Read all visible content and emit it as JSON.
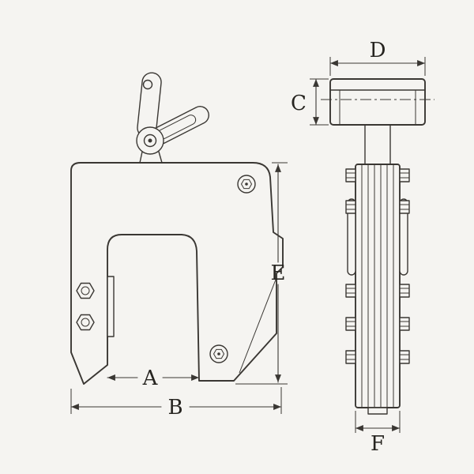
{
  "colors": {
    "background": "#f5f4f1",
    "line": "#3a3733",
    "label": "#262420"
  },
  "drawing": {
    "dimension_labels": {
      "A": "A",
      "B": "B",
      "C": "C",
      "D": "D",
      "E": "E",
      "F": "F"
    }
  }
}
